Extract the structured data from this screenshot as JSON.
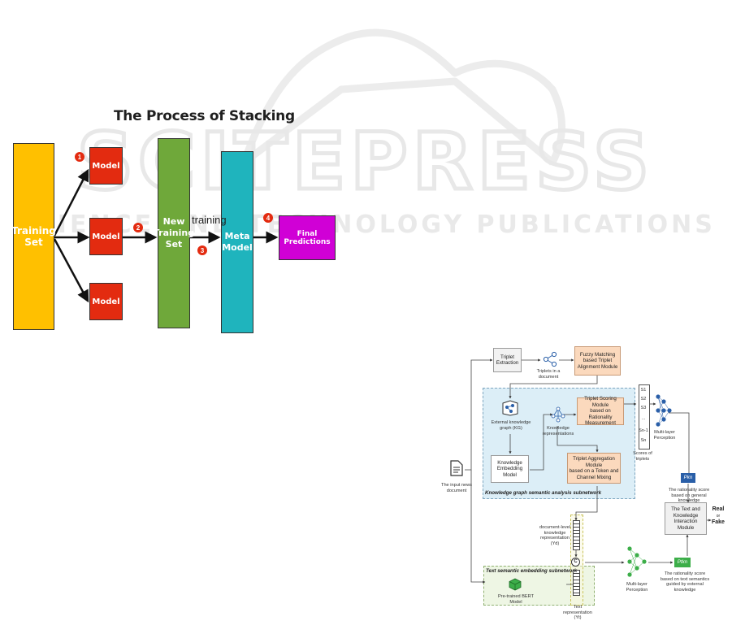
{
  "watermark": {
    "big_text": "SCITEPRESS",
    "sub_text": "SCIENCE AND TECHNOLOGY PUBLICATIONS"
  },
  "stacking": {
    "title": "The Process of Stacking",
    "training_set": [
      "Training",
      "Set"
    ],
    "model_label": "Model",
    "new_training_set": [
      "New",
      "Training",
      "Set"
    ],
    "meta_model": [
      "Meta",
      "Model"
    ],
    "final_predictions": "Final Predictions",
    "training_edge_label": "training",
    "steps": [
      "1",
      "2",
      "3",
      "4"
    ],
    "colors": {
      "training": "#ffc000",
      "model": "#e32b10",
      "new": "#6fa83a",
      "meta": "#1fb4bd",
      "final": "#d000d6"
    }
  },
  "fake_news": {
    "input_doc": [
      "The input news",
      "document"
    ],
    "triplet_extraction": [
      "Triplet",
      "Extraction"
    ],
    "triplets_in_doc": [
      "Triplets in a",
      "document"
    ],
    "fuzzy_matching": [
      "Fuzzy Matching",
      "based Triplet",
      "Alignment Module"
    ],
    "external_kg": [
      "External knowledge",
      "graph (KG)"
    ],
    "knowledge_reps": [
      "Knowledge",
      "representations"
    ],
    "triplet_scoring": [
      "Triplet Scoring Module",
      "based on Rationality",
      "Measurement"
    ],
    "scores": [
      "S1",
      "S2",
      "S3",
      "...",
      "Sn-1",
      "Sn"
    ],
    "scores_caption": [
      "Scores of",
      "triplets"
    ],
    "mlp_label": [
      "Multi-layer",
      "Perception"
    ],
    "kg_embedding": [
      "Knowledge",
      "Embedding Model"
    ],
    "triplet_aggregation": [
      "Triplet Aggregation Module",
      "based on a Token and",
      "Channel Mixing"
    ],
    "p_kn": "Pkn",
    "kn_score_caption": [
      "The rationality score",
      "based on general",
      "knowledge"
    ],
    "kg_subnetwork": "Knowledge graph semantic analysis subnetwork",
    "interaction_module": [
      "The Text and",
      "Knowledge",
      "Interaction Module"
    ],
    "result": [
      "Real",
      "or",
      "Fake"
    ],
    "doc_level_rep": [
      "document-level",
      "knowledge",
      "representation (Yd)"
    ],
    "concat_symbol": "C",
    "text_subnetwork": "Text semantic embedding subnetwork",
    "bert": "Pre-trained BERT Model",
    "text_rep": [
      "Text representation",
      "(Yt)"
    ],
    "mlp_label2": [
      "Multi-layer",
      "Perception"
    ],
    "p_tkn": "Ptkn",
    "tkn_score_caption": [
      "The rationality score",
      "based on text semantics",
      "guided by external",
      "knowledge"
    ],
    "colors": {
      "peach": "#fbd9bd",
      "blue_node": "#2a5fa8",
      "green_node": "#3cae49",
      "kg_bg": "#dceef7",
      "text_bg": "#eef6e4"
    }
  }
}
